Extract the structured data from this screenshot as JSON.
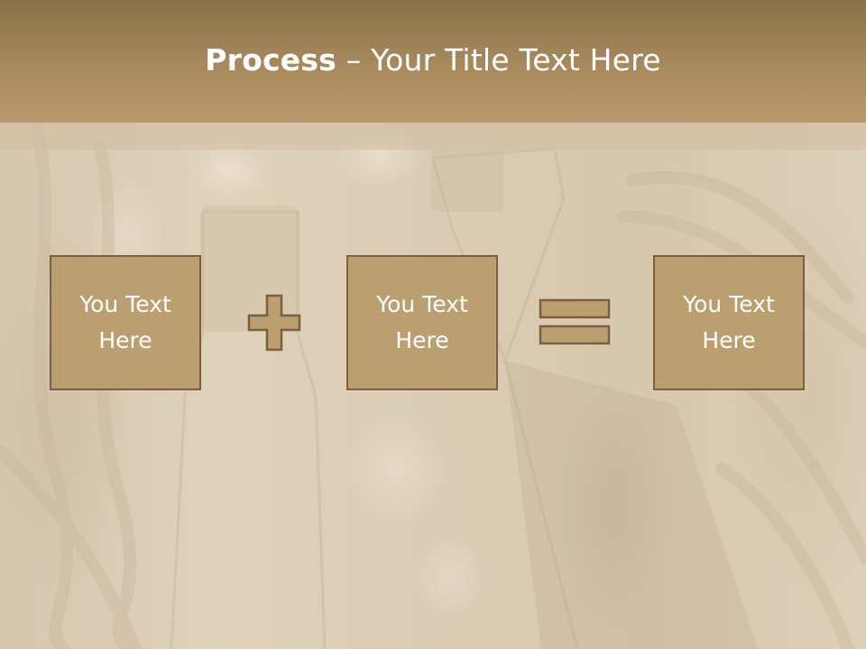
{
  "slide": {
    "title_bold": "Process",
    "title_dash": " – ",
    "title_rest": "Your Title Text Here"
  },
  "equation": {
    "boxes": [
      {
        "line1": "You Text",
        "line2": "Here"
      },
      {
        "line1": "You Text",
        "line2": "Here"
      },
      {
        "line1": "You Text",
        "line2": "Here"
      }
    ],
    "operators": [
      "plus-icon",
      "equals-icon"
    ]
  },
  "colors": {
    "title_band": "#a88a5e",
    "box_fill": "#bb9f71",
    "box_border": "#7a6040",
    "text": "#ffffff"
  }
}
